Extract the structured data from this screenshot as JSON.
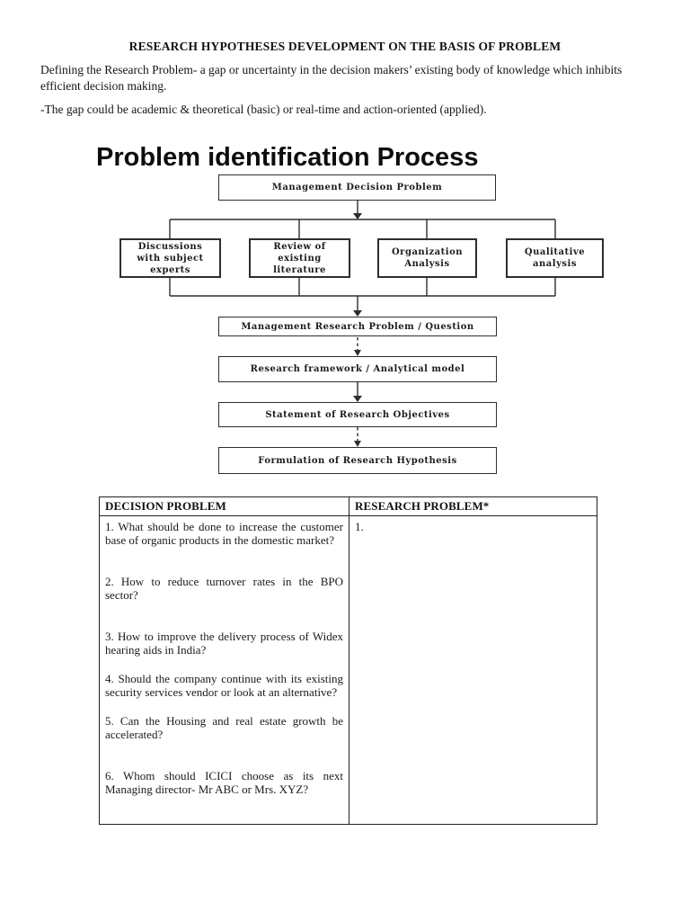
{
  "document": {
    "title": "RESEARCH HYPOTHESES DEVELOPMENT ON THE BASIS OF PROBLEM",
    "intro": "Defining the Research Problem- a gap or uncertainty in the decision makers’ existing body of knowledge which inhibits efficient decision making.",
    "note": "-The gap could be academic & theoretical (basic) or real-time and action-oriented (applied)."
  },
  "diagram": {
    "heading": "Problem identification Process",
    "decision_box": "Management Decision Problem",
    "method_boxes": [
      "Discussions with subject experts",
      "Review of existing literature",
      "Organization Analysis",
      "Qualitative analysis"
    ],
    "flow_boxes": [
      "Management Research Problem / Question",
      "Research framework / Analytical model",
      "Statement of Research Objectives",
      "Formulation of Research Hypothesis"
    ]
  },
  "table": {
    "headers": [
      "DECISION PROBLEM",
      "RESEARCH PROBLEM*"
    ],
    "decision_problems": [
      "1. What should be done to increase the customer base of organic products in the domestic market?",
      "2. How to reduce turnover rates in the BPO sector?",
      "3. How to improve the delivery process of Widex hearing aids in India?",
      "4. Should the company continue with its existing security services vendor or look at an alternative?",
      "5. Can the Housing and real estate growth be accelerated?",
      "6. Whom should ICICI choose as its next Managing director- Mr ABC or Mrs. XYZ?"
    ],
    "research_problems": [
      "1."
    ]
  }
}
